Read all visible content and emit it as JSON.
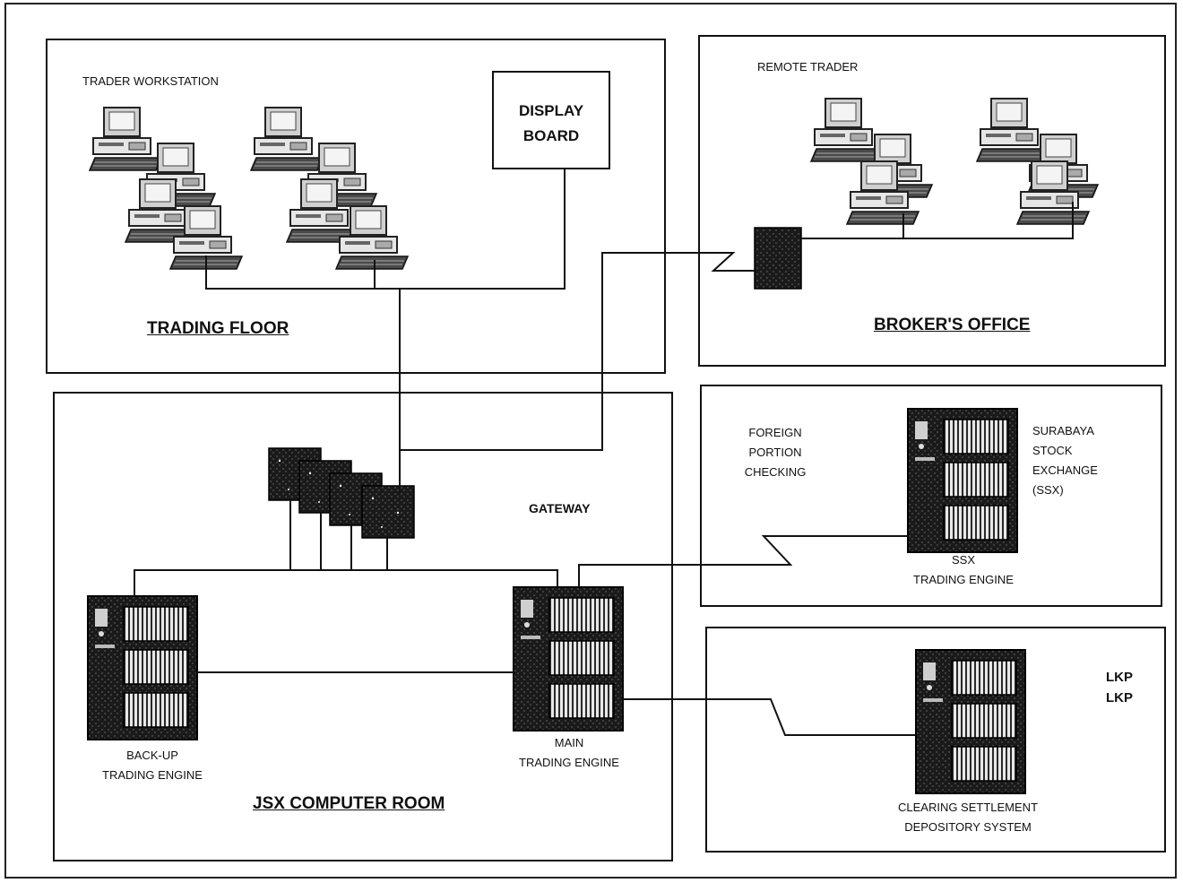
{
  "trading_floor": {
    "title": "TRADING FLOOR",
    "workstation_label": "TRADER WORKSTATION",
    "display_board": [
      "DISPLAY",
      "BOARD"
    ]
  },
  "brokers_office": {
    "title": "BROKER'S OFFICE",
    "remote_trader_label": "REMOTE TRADER"
  },
  "computer_room": {
    "title": "JSX COMPUTER ROOM",
    "gateway_label": "GATEWAY",
    "backup_engine": [
      "BACK-UP",
      "TRADING ENGINE"
    ],
    "main_engine": [
      "MAIN",
      "TRADING ENGINE"
    ]
  },
  "ssx": {
    "foreign_check": [
      "FOREIGN",
      "PORTION",
      "CHECKING"
    ],
    "exchange_name": [
      "SURABAYA",
      "STOCK",
      "EXCHANGE",
      "(SSX)"
    ],
    "engine_label": [
      "SSX",
      "TRADING ENGINE"
    ]
  },
  "lkp": {
    "labels": [
      "LKP",
      "LKP"
    ],
    "system_label": [
      "CLEARING SETTLEMENT",
      "DEPOSITORY SYSTEM"
    ]
  }
}
